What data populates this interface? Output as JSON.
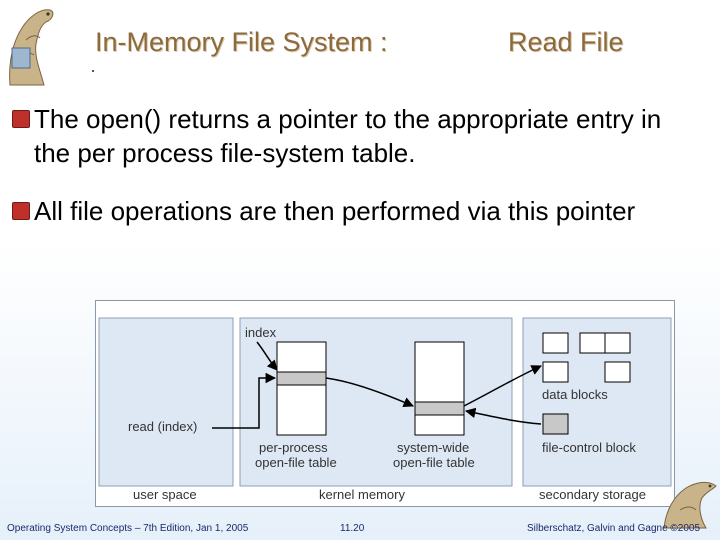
{
  "slide": {
    "title_left": "In-Memory File System  :",
    "title_right": "Read File",
    "bullets": [
      "The open() returns a pointer to the appropriate entry in the per process file-system table.",
      " All file operations are then performed via this pointer"
    ],
    "bullet_mark": "n"
  },
  "diagram": {
    "labels": {
      "index": "index",
      "read_call": "read (index)",
      "per_process": "per-process",
      "per_process_2": "open-file table",
      "system_wide": "system-wide",
      "system_wide_2": "open-file table",
      "data_blocks": "data blocks",
      "fcb": "file-control block",
      "user_space": "user space",
      "kernel_memory": "kernel memory",
      "secondary_storage": "secondary storage"
    },
    "colors": {
      "region_fill": "#dde8f4",
      "table_fill": "#ffffff",
      "entry_fill": "#c8c8c8",
      "stroke": "#000000"
    }
  },
  "footer": {
    "left": "Operating System Concepts – 7th Edition, Jan 1, 2005",
    "center": "11.20",
    "right": "Silberschatz, Galvin and Gagne ©2005"
  }
}
